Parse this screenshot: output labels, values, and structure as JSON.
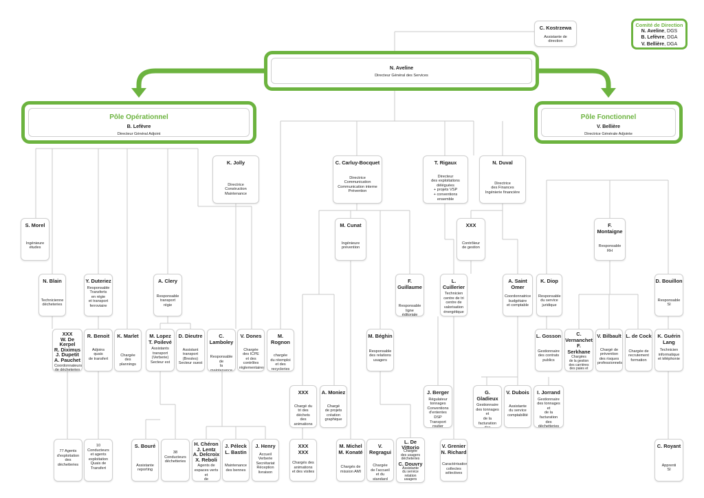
{
  "comite": {
    "title": "Comité de Direction",
    "members": [
      {
        "name": "N. Aveline",
        "role": "DGS"
      },
      {
        "name": "B. Lefèvre",
        "role": "DGA"
      },
      {
        "name": "V. Bellière",
        "role": "DGA"
      }
    ]
  },
  "top": {
    "name": "N. Aveline",
    "role": "Directeur Général des Services"
  },
  "pole_op": {
    "title": "Pôle Opérationnel",
    "name": "B. Lefèvre",
    "role": "Directeur Général Adjoint"
  },
  "pole_fn": {
    "title": "Pôle Fonctionnel",
    "name": "V. Bellière",
    "role": "Directrice Générale Adjointe"
  },
  "colors": {
    "accent": "#6cb33f",
    "line": "#c8c8c8",
    "border": "#cfcfcf"
  },
  "boxes": {
    "kostrzewa": {
      "name": "C. Kostrzewa",
      "role": "Assistante de direction"
    },
    "jolly": {
      "name": "K. Jolly",
      "role": "Directrice\nConstruction\nMaintenance"
    },
    "carluy": {
      "name": "C. Carluy-Bocquet",
      "role": "Directrice\nCommunication\nCommunication interne\nPrévention"
    },
    "rigaux": {
      "name": "T. Rigaux",
      "role": "Directeur\ndes exploitations\ndéléguées\n+ projets VSP\n+ conventions ensemble"
    },
    "duval": {
      "name": "N. Duval",
      "role": "Directrice\ndes Finances\nIngénierie financière"
    },
    "morel": {
      "name": "S. Morel",
      "role": "Ingénieure\nétudes"
    },
    "cunat": {
      "name": "M. Cunat",
      "role": "Ingénieure\nprévention"
    },
    "xxx_ctrl": {
      "name": "XXX",
      "role": "Contrôleur\nde gestion"
    },
    "montaigne": {
      "name": "F.\nMontaigne",
      "role": "Responsable RH"
    },
    "blain": {
      "name": "N. Blain",
      "role": "Technicienne\ndécheteries"
    },
    "duteriez": {
      "name": "Y. Duteriez",
      "role": "Responsable\nTransferts\nen régie\net transport\nferroviaire"
    },
    "clery": {
      "name": "A. Clery",
      "role": "Responsable\ntransport\nrégie"
    },
    "guillaume": {
      "name": "F. Guillaume",
      "role": "Responsable\nligne éditoriale"
    },
    "cuillerier": {
      "name": "L. Cuillerier",
      "role": "Technicien\ncentre de tri\ncentre de\nvalorisation\nénergétique"
    },
    "saintomer": {
      "name": "A. Saint\nOmer",
      "role": "Coordonnatrice\nbudgétaire\net comptable"
    },
    "diop": {
      "name": "K. Diop",
      "role": "Responsable\ndu service\njuridique"
    },
    "bouillon": {
      "name": "D. Bouillon",
      "role": "Responsable\nSI"
    },
    "xxx_dech": {
      "name": "XXX\nW. De Kerpel\nR. Diximus\nJ. Dupetit\nA. Pauchet",
      "role": "Coordonnateurs\nde décheteries"
    },
    "benoit": {
      "name": "R. Benoit",
      "role": "Adjoins\nquais\nde transfert"
    },
    "marlet": {
      "name": "K. Marlet",
      "role": "Chargée\ndes plannings"
    },
    "lopez": {
      "name": "M. Lopez\nT. Poilevé",
      "role": "Assistants\ntransport\n(Verberie)\nSecteur est"
    },
    "dieutre": {
      "name": "D. Dieutre",
      "role": "Assistant\ntransport\n(Bresles)\nSecteur ouest"
    },
    "lamboley": {
      "name": "C.\nLamboley",
      "role": "Responsable de\nla maintenance"
    },
    "dones": {
      "name": "V. Dones",
      "role": "Chargée\ndes ICPE\net des contrôles\nréglementaires"
    },
    "rognon": {
      "name": "M. Rognon",
      "role": "chargée\ndu réemploi\net des\nrecycleries"
    },
    "beghin": {
      "name": "M. Béghin",
      "role": "Responsable\ndes relations\nusagers"
    },
    "gosson": {
      "name": "L. Gosson",
      "role": "Gestionnaire\ndes contrats\npublics"
    },
    "vernanchet": {
      "name": "C.\nVernanchet\nF. Serkhane",
      "role": "Chargées\nde la gestion\ndes carrières\ndes paies et\ndes prestations\nsociales"
    },
    "bilbault": {
      "name": "V. Bilbault",
      "role": "Chargé de\nprévention\ndes risques\nprofessionnels"
    },
    "decock": {
      "name": "L. de Cock",
      "role": "Chargée de\nrecrutement\nformation"
    },
    "guerin": {
      "name": "K. Guérin\nLang",
      "role": "Technicien\ninformatique\net téléphonie"
    },
    "xxx_tri": {
      "name": "XXX",
      "role": "Chargé du\ntri des déchets\ndes animations\net des visites"
    },
    "moniez": {
      "name": "A. Moniez",
      "role": "Chargé\nde projets\ncréation\ngraphique"
    },
    "berger": {
      "name": "J. Berger",
      "role": "Régulateur\ntonnages\nConventions\nd'ententes DSP\nTransport routier\nOM / CS"
    },
    "gladieux": {
      "name": "G. Gladieux",
      "role": "Gestionnaire\ndes tonnages et\nde la facturation\ndes exploitations\ndéléguées"
    },
    "dubois": {
      "name": "V. Dubois",
      "role": "Assistante\ndu service\ncomptabilité"
    },
    "jorrand": {
      "name": "I. Jorrand",
      "role": "Gestionnaire\ndes tonnages et\nde la facturation\ndes déchetteries\nComptabilité"
    },
    "agents77": {
      "name": "",
      "role": "77 Agents\nd'exploitation\ndes déchetteries"
    },
    "conducteurs10": {
      "name": "",
      "role": "10 Conducteurs\net agents\nexploitation\nQuais de\nTransfert"
    },
    "boure": {
      "name": "S. Bouré",
      "role": "Assistante\nreporting"
    },
    "conducteurs38": {
      "name": "",
      "role": "38 Conducteurs\ndéchetteries"
    },
    "cheron": {
      "name": "H. Chéron\nJ. Lentz\nA. Delcroix\nX. Reboli",
      "role": "Agents de\nespaces verts et\nde maintenance"
    },
    "peleck": {
      "name": "J. Péleck\nL. Bastin",
      "role": "Maintenance\ndes bennes"
    },
    "henry": {
      "name": "J. Henry",
      "role": "Accueil\nVerberie\nSecrétariat\nRéception\nlivraison"
    },
    "xxx2": {
      "name": "XXX\nXXX",
      "role": "Chargés des\nanimations\net des visites"
    },
    "michel": {
      "name": "M. Michel\nM. Konaté",
      "role": "Chargés de\nmission AMI"
    },
    "regragui": {
      "name": "V. Regragui",
      "role": "Chargée\nde l'accueil\net du standard"
    },
    "vittorio": {
      "name": "L. De\nVittorio",
      "role": "Chargée\ndes usagers\ndécheteries"
    },
    "douvry": {
      "name": "C. Douvry",
      "role": "Assistante\ndu service\nrelation usagers"
    },
    "grenier": {
      "name": "V. Grenier\nN. Richard",
      "role": "Caractérisations\ncollectes\nsélectives"
    },
    "royant": {
      "name": "C. Royant",
      "role": "Apprenti\nSI"
    }
  }
}
